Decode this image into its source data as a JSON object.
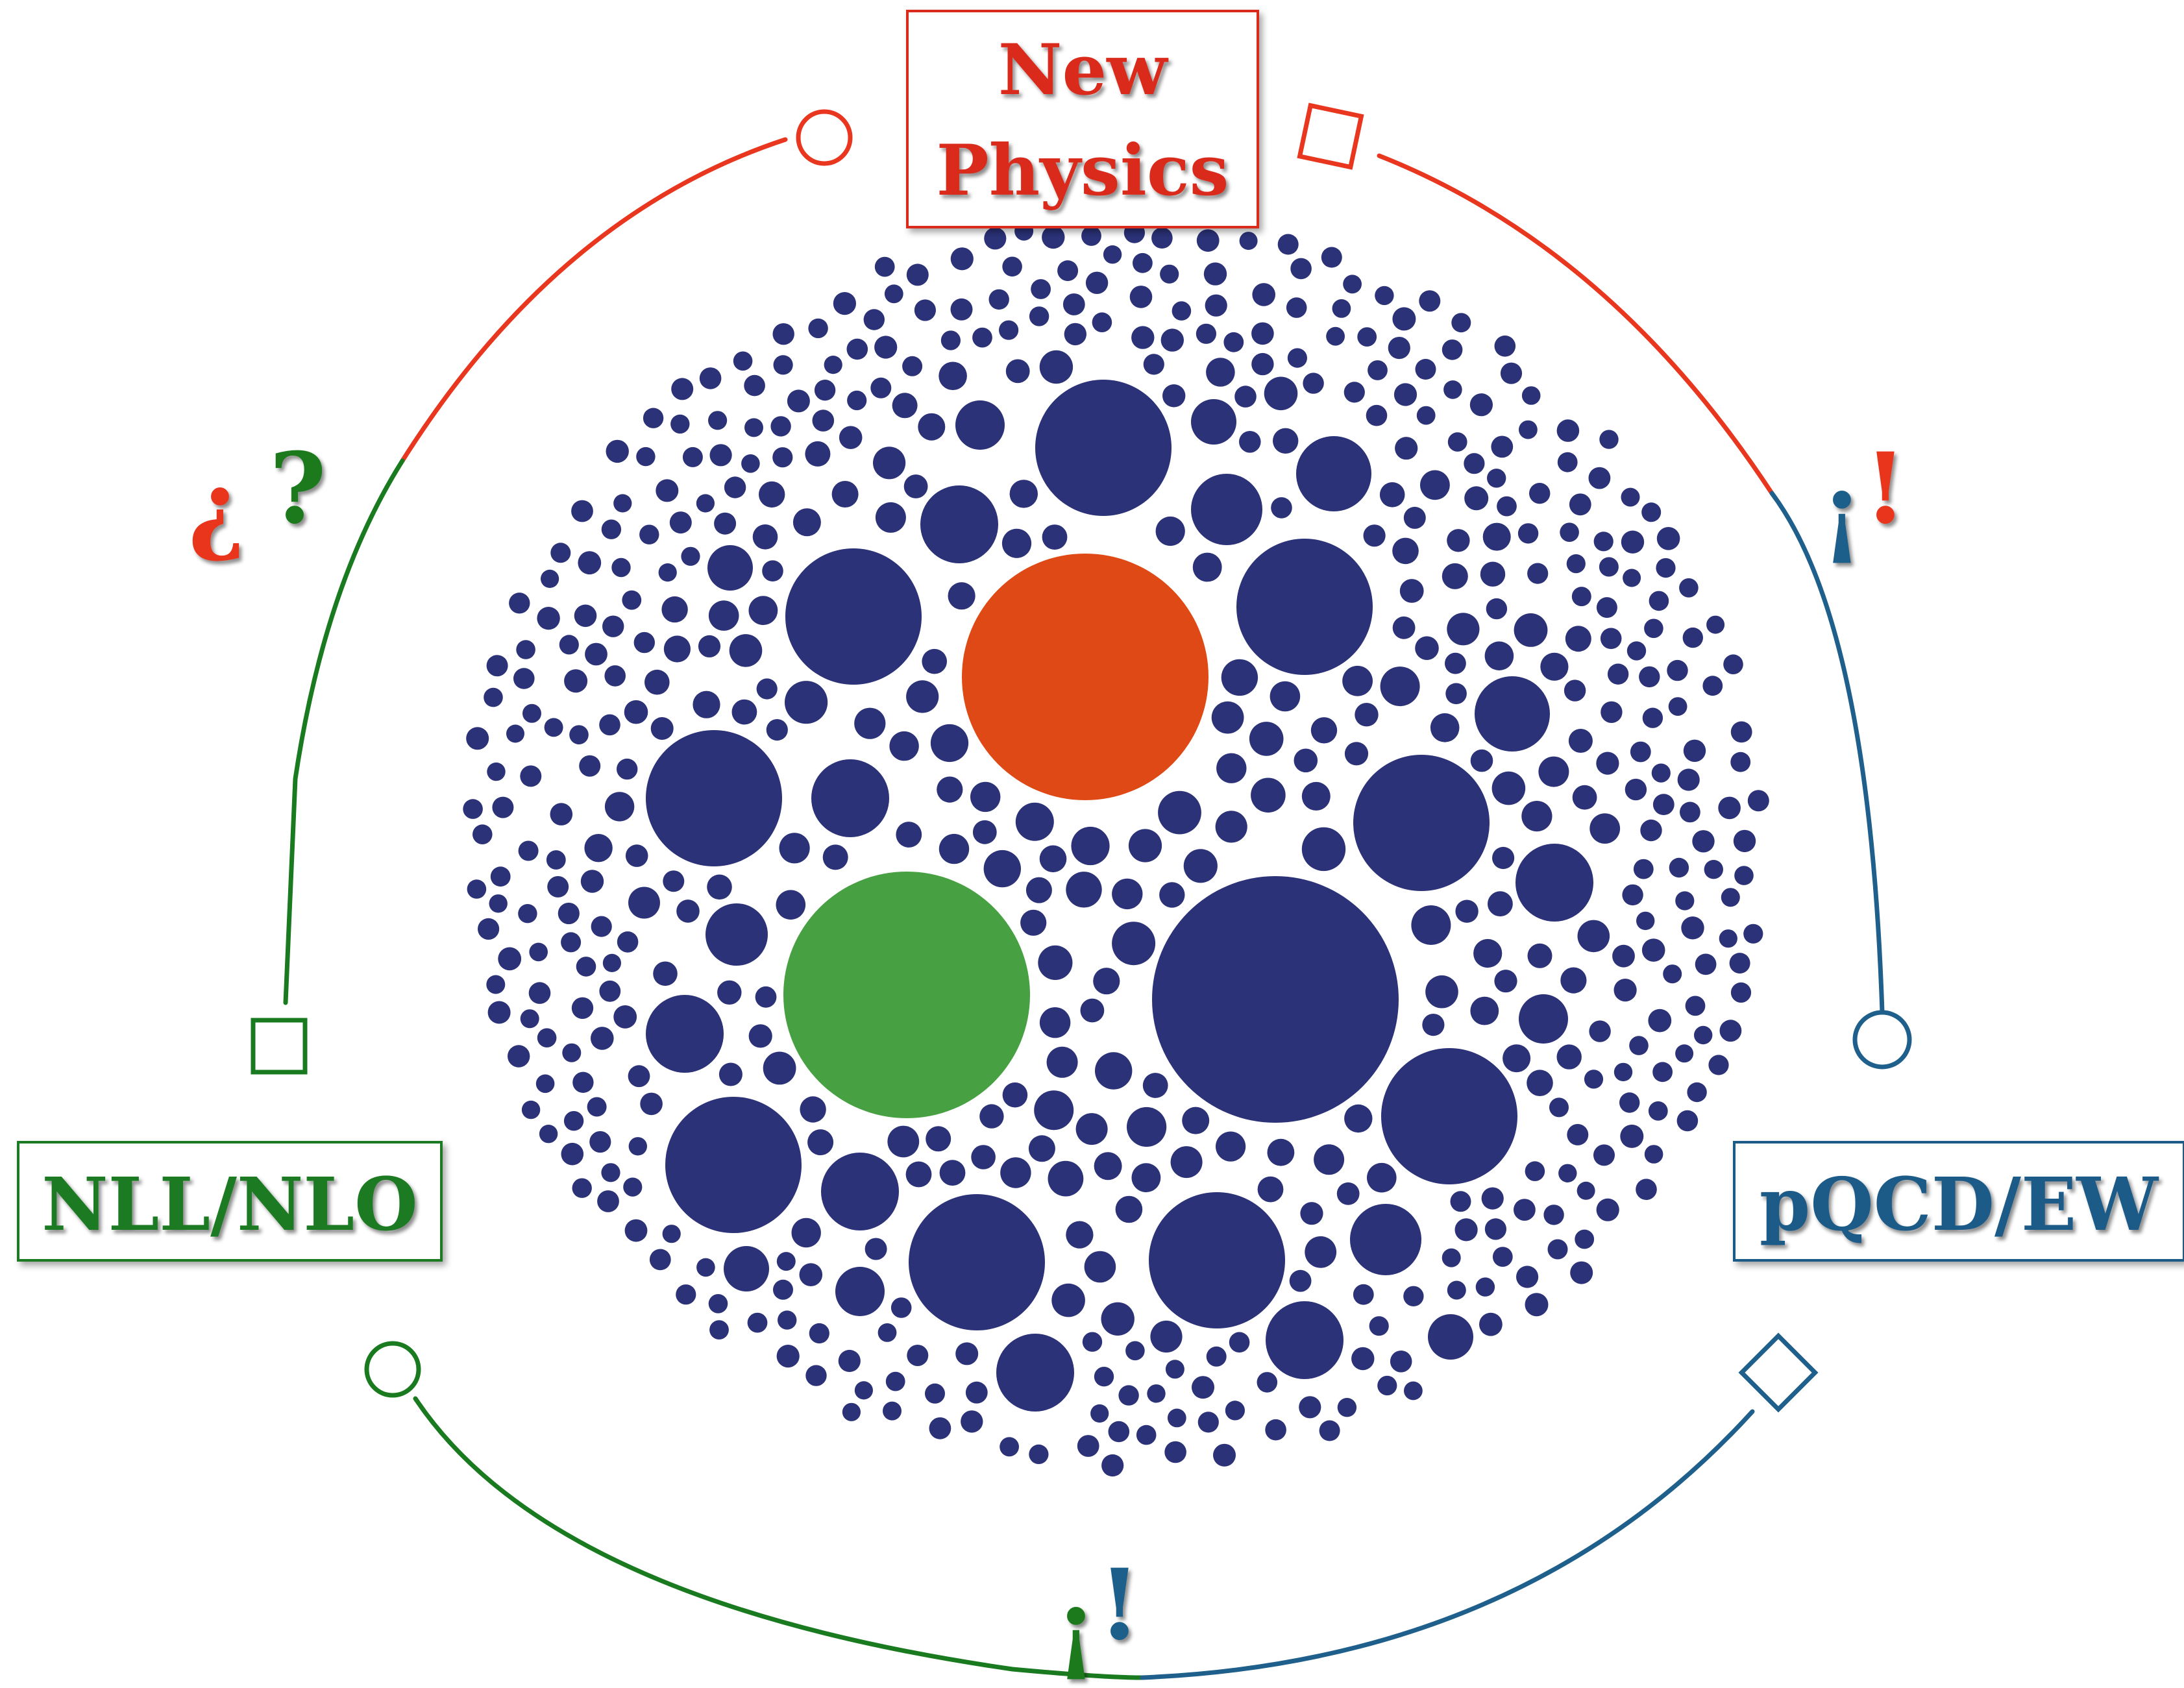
{
  "labels": {
    "top": "New Physics",
    "top_line1": "New",
    "top_line2": "Physics",
    "left": "NLL/NLO",
    "right": "pQCD/EW"
  },
  "glyphs": {
    "upper_left_open": "¿",
    "upper_left_close": "?",
    "upper_right_open": "¡",
    "upper_right_close": "!",
    "bottom_open": "¡",
    "bottom_close": "!"
  },
  "colors": {
    "red": "#e8361f",
    "green": "#1a7a1f",
    "blue": "#1f5f8b",
    "dots": "#2b3278",
    "orange_disk": "#df4915",
    "green_disk": "#47a041",
    "label_red": "#d92b1a",
    "label_green": "#1e7a22",
    "label_blue": "#1d5a87"
  },
  "icons": {
    "arc_end_markers": [
      "circle-marker",
      "square-marker"
    ]
  }
}
